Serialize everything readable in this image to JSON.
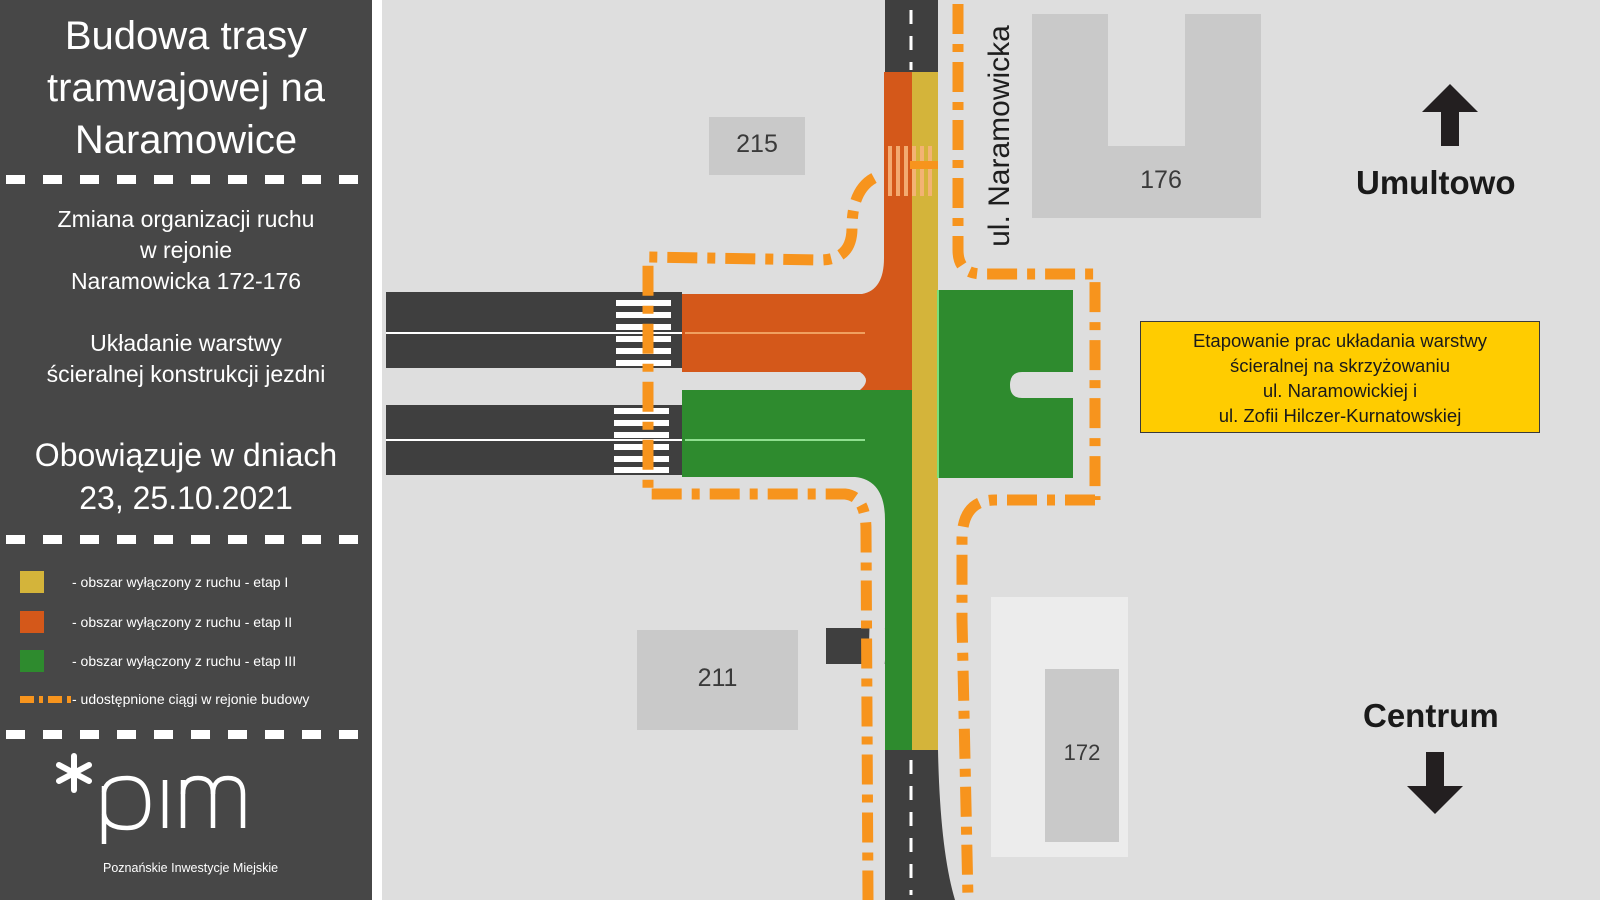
{
  "sidebar": {
    "title_lines": [
      "Budowa  trasy",
      "tramwajowej na",
      "Naramowice"
    ],
    "subtitle_lines": [
      "Zmiana organizacji ruchu",
      "w rejonie",
      "Naramowicka 172-176"
    ],
    "work_lines": [
      "Układanie warstwy",
      "ścieralnej konstrukcji jezdni"
    ],
    "dates_lines": [
      "Obowiązuje w dniach",
      "23, 25.10.2021"
    ],
    "legend": [
      {
        "color": "#d4b43a",
        "text": "- obszar wyłączony z ruchu - etap I"
      },
      {
        "color": "#d4581a",
        "text": "- obszar wyłączony z ruchu - etap II"
      },
      {
        "color": "#2e8b2e",
        "text": "- obszar wyłączony z ruchu - etap III"
      },
      {
        "color": "#f7941d",
        "text": "- udostępnione ciągi w rejonie budowy"
      }
    ],
    "logo": {
      "word": "*pim",
      "subtitle": "Poznańskie Inwestycje Miejskie"
    }
  },
  "map": {
    "buildings": [
      "215",
      "176",
      "211",
      "172"
    ],
    "street_name": "ul. Naramowicka",
    "north_destination": "Umultowo",
    "south_destination": "Centrum",
    "info_box_lines": [
      "Etapowanie prac układania warstwy",
      "ścieralnej na skrzyżowaniu",
      "ul. Naramowickiej i",
      "ul. Zofii Hilczer-Kurnatowskiej"
    ],
    "icons": [
      "arrow-up-icon",
      "arrow-down-icon",
      "pedestrian-crossing",
      "asterisk-logo-icon"
    ]
  }
}
